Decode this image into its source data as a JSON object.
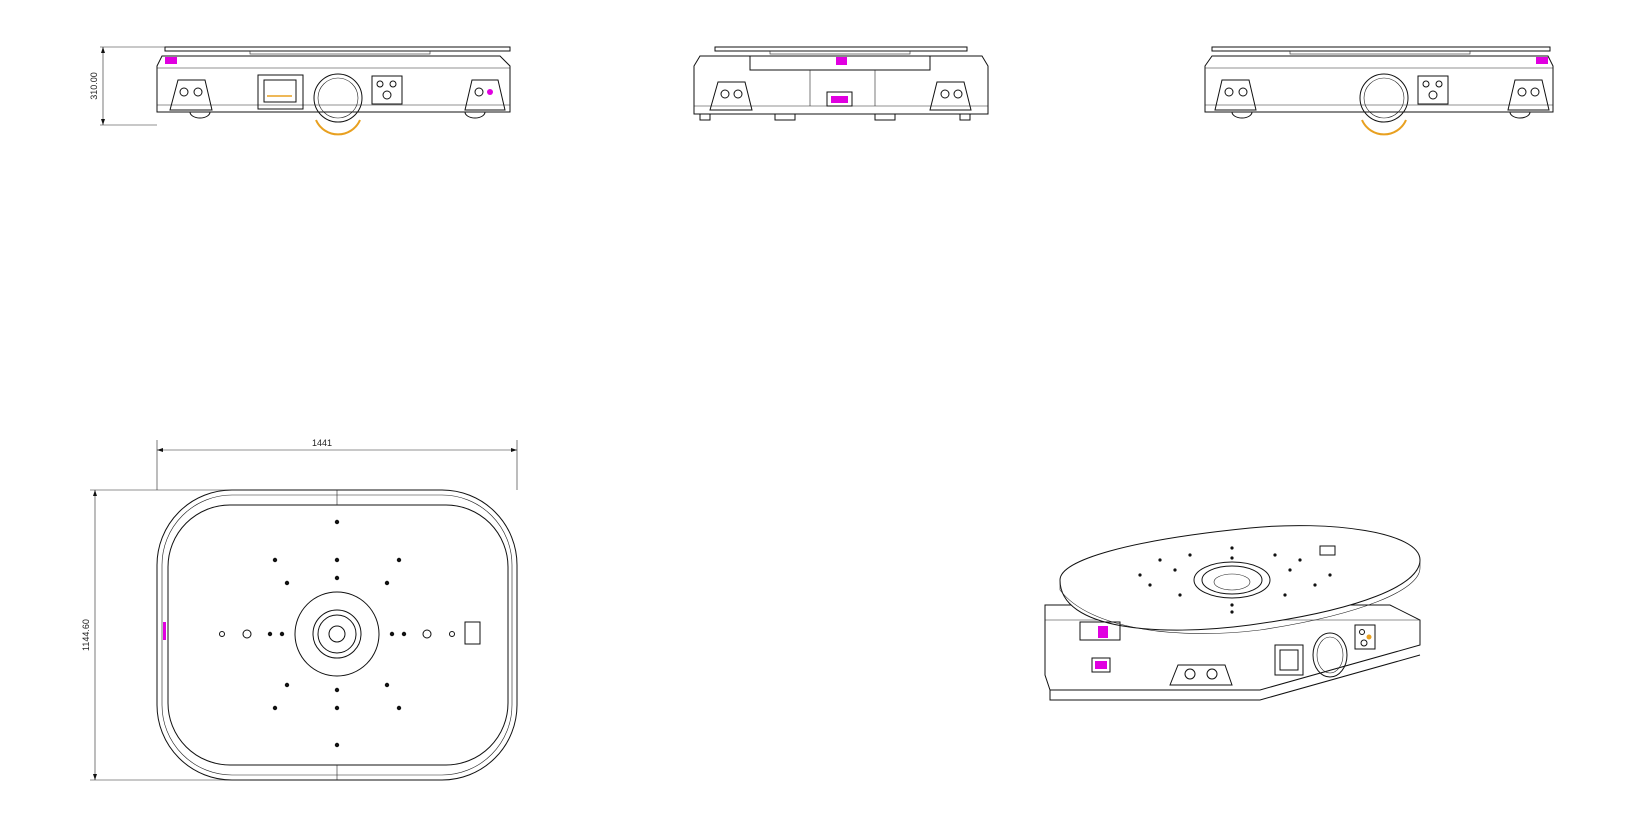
{
  "dimensions": {
    "height_label": "310.00",
    "width_label": "1441",
    "depth_label": "1144.60"
  },
  "colors": {
    "line": "#111111",
    "accent_magenta": "#e000e0",
    "accent_orange": "#e8a020",
    "background": "#ffffff"
  },
  "views": [
    {
      "id": "side-left",
      "icon": "robot-side-view"
    },
    {
      "id": "front",
      "icon": "robot-front-view"
    },
    {
      "id": "side-right",
      "icon": "robot-side-view"
    },
    {
      "id": "top",
      "icon": "robot-top-view"
    },
    {
      "id": "isometric",
      "icon": "robot-isometric-view"
    }
  ]
}
